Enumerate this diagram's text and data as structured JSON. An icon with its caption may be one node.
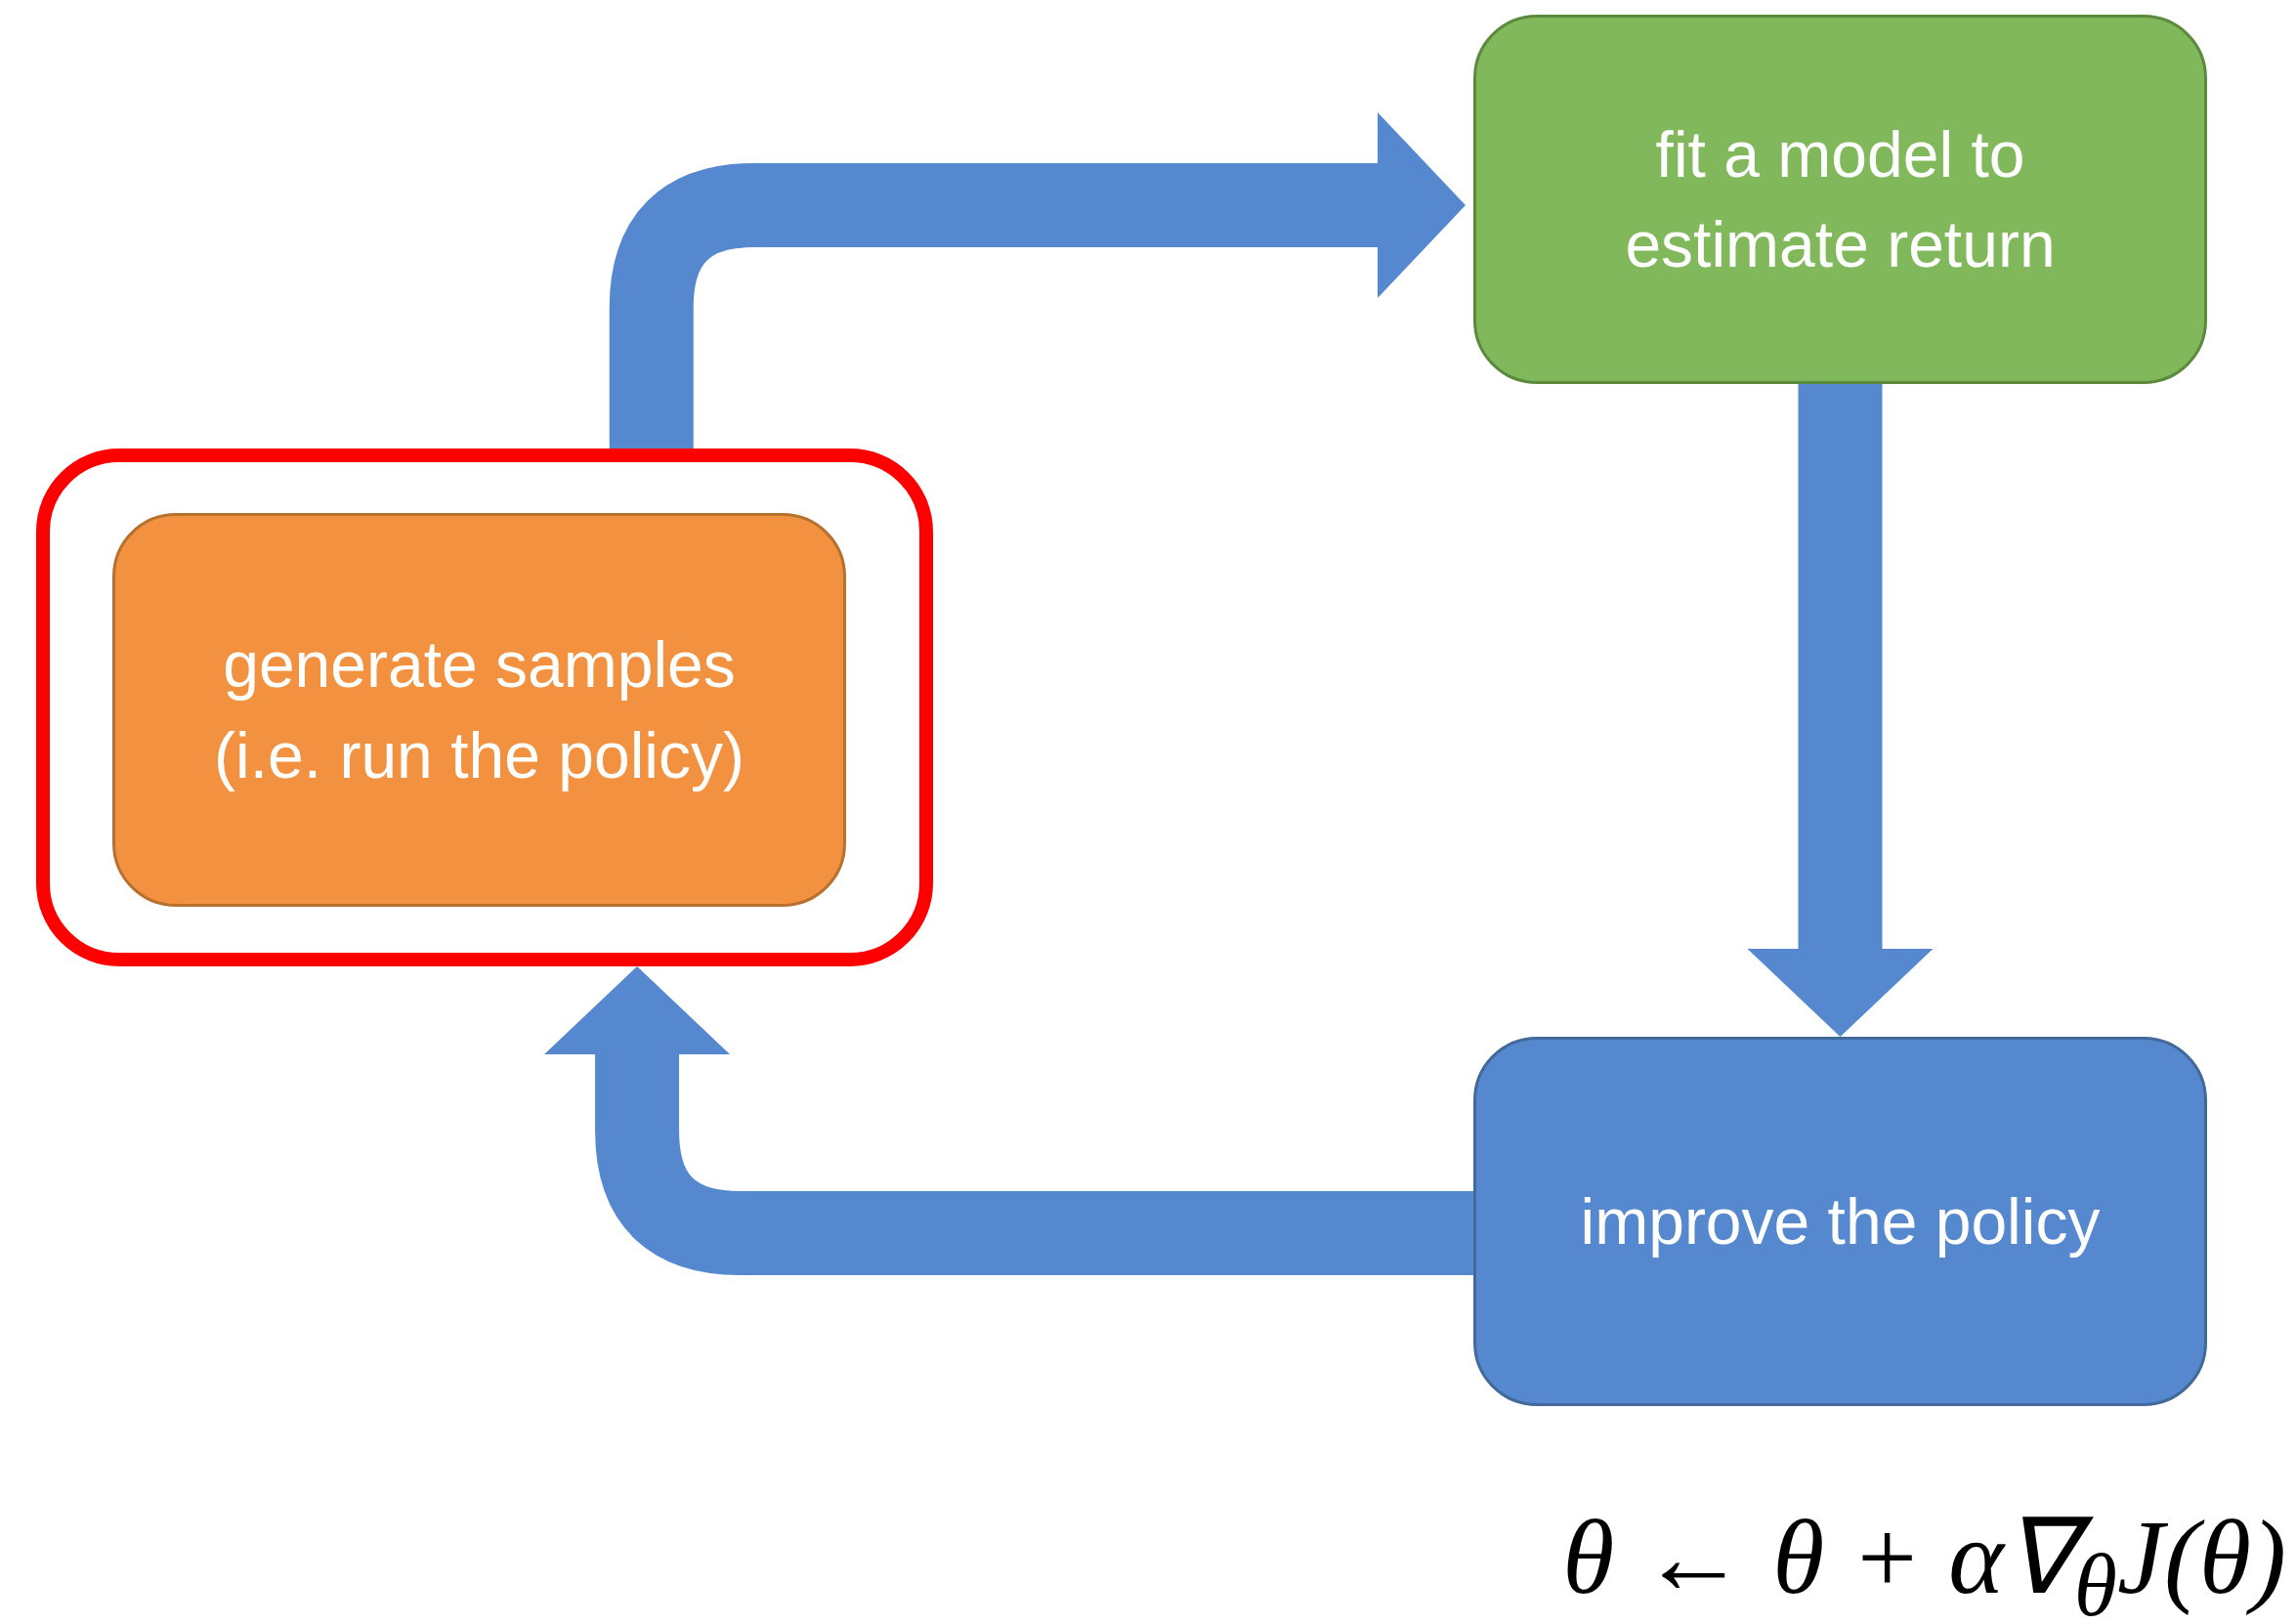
{
  "diagram": {
    "nodes": [
      {
        "text": [],
        "shape": "box"
      },
      {
        "text": [
          "generate samples (i.e. run the policy)"
        ],
        "in": 0
      },
      {
        "text": [
          "fit a model to estimate return"
        ]
      },
      {
        "text": [
          "improve the policy"
        ]
      }
    ],
    "edges": [
      {
        "from": 0,
        "to": 2,
        "arrow": "to"
      },
      {
        "from": 2,
        "to": 3,
        "arrow": "to"
      },
      {
        "from": 3,
        "to": 0,
        "arrow": "to"
      }
    ],
    "labels": [
      "θ ← θ + α∇$_{θ}$J(θ)"
    ]
  }
}
